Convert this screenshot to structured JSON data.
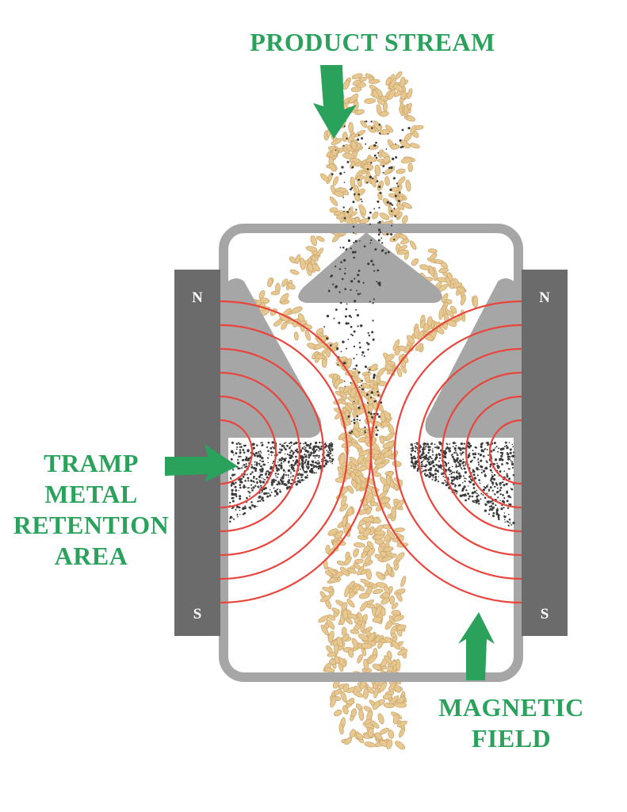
{
  "labels": {
    "product_stream": "PRODUCT STREAM",
    "tramp_metal_retention_area": [
      "TRAMP",
      "METAL",
      "RETENTION",
      "AREA"
    ],
    "magnetic_field": [
      "MAGNETIC",
      "FIELD"
    ]
  },
  "poles": {
    "left_top": "N",
    "left_bottom": "S",
    "right_top": "N",
    "right_bottom": "S"
  },
  "icons": [
    "down-arrow-icon",
    "right-arrow-icon",
    "up-arrow-icon"
  ],
  "colors": {
    "label_green": "#2aa25c",
    "arrow_green": "#2aa25c",
    "magnet_gray": "#6b6b6b",
    "housing_gray": "#a6a6a6",
    "field_line_red": "#e8453c",
    "grain": "#e7c891",
    "grain_outline": "#c9a46a",
    "metal_particles": "#3b3b3b"
  }
}
